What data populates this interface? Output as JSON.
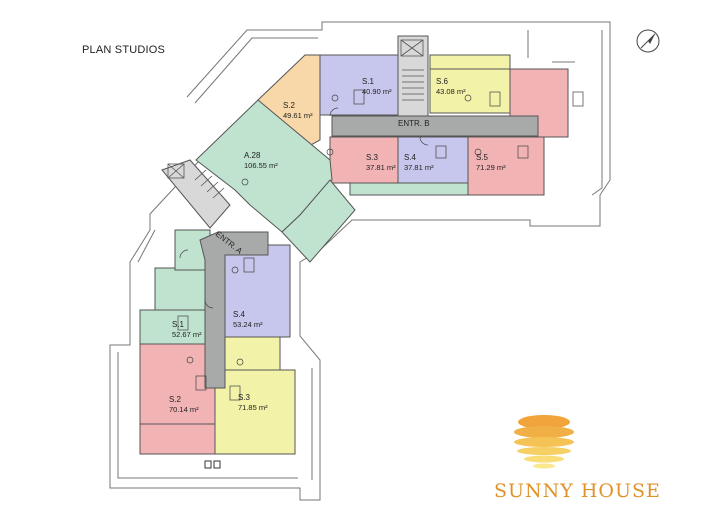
{
  "title": "PLAN STUDIOS",
  "brand": "SUNNY HOUSE",
  "entrances": {
    "a": "ENTR. A",
    "b": "ENTR. B"
  },
  "colors": {
    "blue": "#c7c6ec",
    "yellow": "#f2f2a8",
    "pink": "#f2b3b5",
    "orange": "#f8d8a8",
    "green": "#bfe3cf",
    "corridor": "#a8aaaa",
    "outline": "#555555"
  },
  "units": [
    {
      "id": "b-s1",
      "name": "S.1",
      "area": "40.90 m²"
    },
    {
      "id": "b-s6",
      "name": "S.6",
      "area": "43.08 m²"
    },
    {
      "id": "b-s2",
      "name": "S.2",
      "area": "49.61 m²"
    },
    {
      "id": "b-a28",
      "name": "A.28",
      "area": "106.55 m²"
    },
    {
      "id": "b-s3",
      "name": "S.3",
      "area": "37.81 m²"
    },
    {
      "id": "b-s4",
      "name": "S.4",
      "area": "37.81 m²"
    },
    {
      "id": "b-s5",
      "name": "S.5",
      "area": "71.29 m²"
    },
    {
      "id": "a-s1",
      "name": "S.1",
      "area": "52.67 m²"
    },
    {
      "id": "a-s4",
      "name": "S.4",
      "area": "53.24 m²"
    },
    {
      "id": "a-s2",
      "name": "S.2",
      "area": "70.14 m²"
    },
    {
      "id": "a-s3",
      "name": "S.3",
      "area": "71.85 m²"
    }
  ]
}
